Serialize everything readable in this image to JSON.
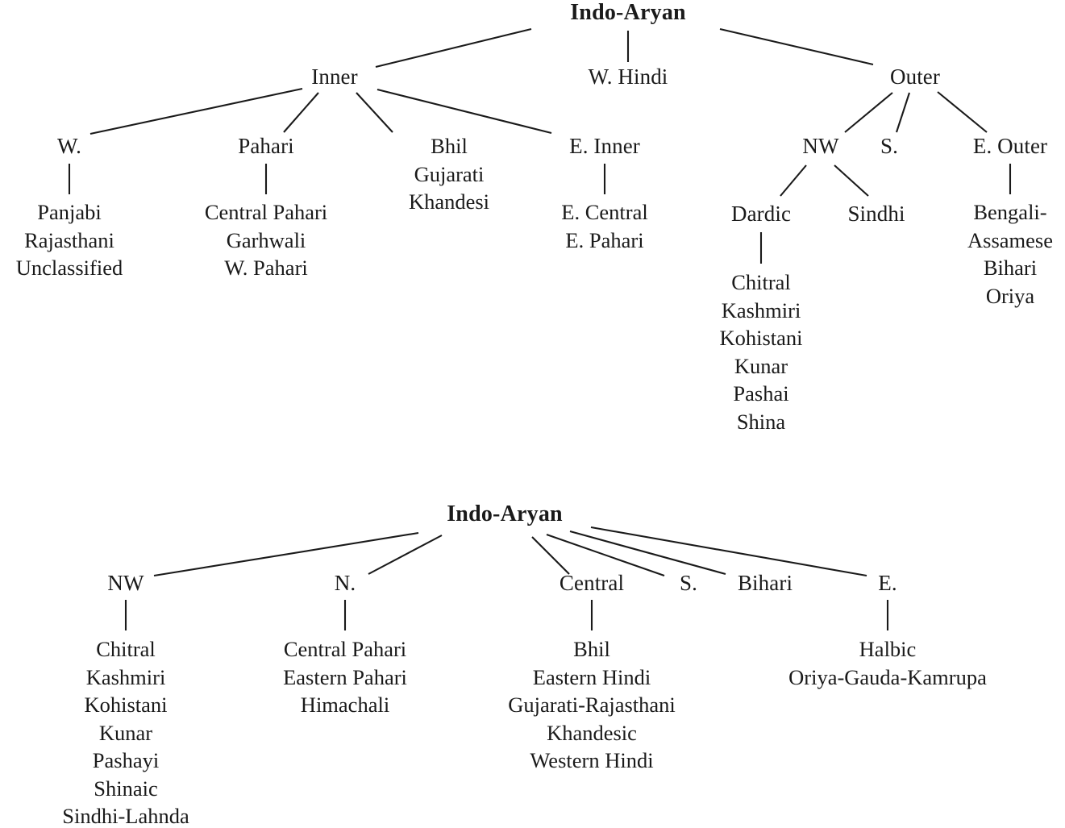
{
  "figure": {
    "kind": "linguistic-classification-trees",
    "tree_count": 2
  },
  "tree1": {
    "root": "Indo-Aryan",
    "level1": {
      "inner": "Inner",
      "w_hindi": "W. Hindi",
      "outer": "Outer"
    },
    "inner_children": {
      "w": "W.",
      "pahari": "Pahari",
      "bhil_group": [
        "Bhil",
        "Gujarati",
        "Khandesi"
      ],
      "e_inner": "E. Inner"
    },
    "w_leaves": [
      "Panjabi",
      "Rajasthani",
      "Unclassified"
    ],
    "pahari_leaves": [
      "Central Pahari",
      "Garhwali",
      "W. Pahari"
    ],
    "e_inner_leaves": [
      "E. Central",
      "E. Pahari"
    ],
    "outer_children": {
      "nw": "NW",
      "s": "S.",
      "e_outer": "E. Outer"
    },
    "nw_children": {
      "dardic": "Dardic",
      "sindhi": "Sindhi"
    },
    "dardic_leaves": [
      "Chitral",
      "Kashmiri",
      "Kohistani",
      "Kunar",
      "Pashai",
      "Shina"
    ],
    "e_outer_leaves": [
      "Bengali-",
      "Assamese",
      "Bihari",
      "Oriya"
    ]
  },
  "tree2": {
    "root": "Indo-Aryan",
    "level1": {
      "nw": "NW",
      "n": "N.",
      "central": "Central",
      "s": "S.",
      "bihari": "Bihari",
      "e": "E."
    },
    "nw_leaves": [
      "Chitral",
      "Kashmiri",
      "Kohistani",
      "Kunar",
      "Pashayi",
      "Shinaic",
      "Sindhi-Lahnda"
    ],
    "n_leaves": [
      "Central Pahari",
      "Eastern Pahari",
      "Himachali"
    ],
    "central_leaves": [
      "Bhil",
      "Eastern Hindi",
      "Gujarati-Rajasthani",
      "Khandesic",
      "Western Hindi"
    ],
    "e_leaves": [
      "Halbic",
      "Oriya-Gauda-Kamrupa"
    ]
  },
  "colors": {
    "ink": "#1a1a1a",
    "background": "#ffffff"
  }
}
